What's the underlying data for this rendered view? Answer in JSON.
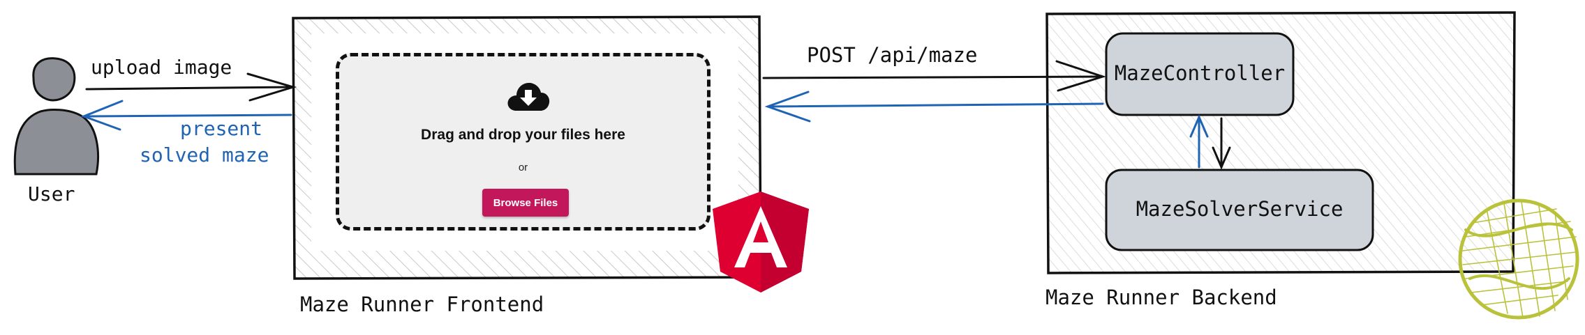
{
  "actor": {
    "label": "User"
  },
  "edges": {
    "upload": "upload image",
    "present_line1": "present",
    "present_line2": "solved maze",
    "post": "POST /api/maze"
  },
  "frontend": {
    "label": "Maze Runner Frontend",
    "dropzone_title": "Drag and drop your files here",
    "dropzone_or": "or",
    "browse_button": "Browse Files"
  },
  "backend": {
    "label": "Maze Runner Backend",
    "controller": "MazeController",
    "service": "MazeSolverService"
  },
  "logos": {
    "angular": "angular-logo",
    "tennis_ball": "tennis-ball-logo"
  },
  "colors": {
    "stroke": "#111111",
    "blue_arrow": "#1f63b5",
    "node_fill": "#ced4da",
    "angular_red": "#dd0031",
    "button": "#c2185b",
    "ball": "#b9c23a"
  }
}
